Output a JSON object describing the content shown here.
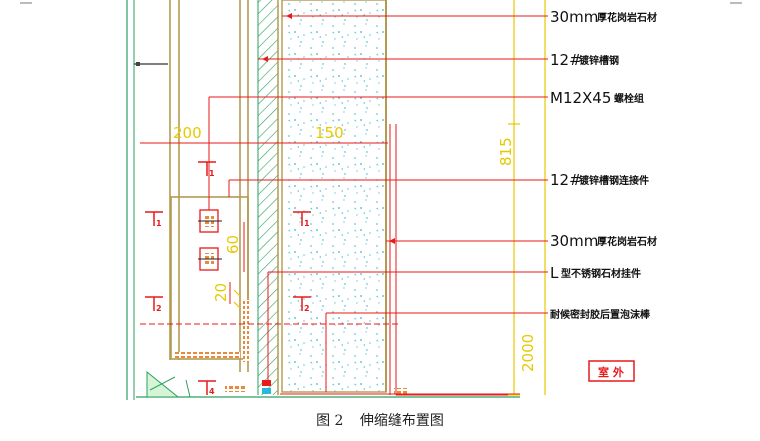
{
  "callouts": [
    {
      "main": "30mm",
      "cn": "厚花岗岩石材"
    },
    {
      "main": "12#",
      "cn": "镀锌槽钢"
    },
    {
      "main": "M12X45",
      "cn": "螺栓组"
    },
    {
      "main": "12#",
      "cn": "镀锌槽钢连接件"
    },
    {
      "main": "30mm",
      "cn": "厚花岗岩石材"
    },
    {
      "main": "L",
      "cn": "型不锈钢石材挂件"
    },
    {
      "main": "",
      "cn": "耐候密封胶后置泡沫棒"
    }
  ],
  "dimensions": {
    "d200": "200",
    "d150": "150",
    "d815": "815",
    "d60": "60",
    "d20": "20",
    "d2000": "2000"
  },
  "section_marks": [
    "1",
    "1",
    "1",
    "2",
    "2",
    "4"
  ],
  "room_tag": "室 外",
  "caption": {
    "figure": "图 2",
    "title": "伸缩缝布置图"
  },
  "colors": {
    "line_red": "#e81a1a",
    "dim_yellow": "#e8c800",
    "frame_brown": "#b49a50",
    "stone_cyan": "#8fd8e6",
    "wall_green": "#2aa060"
  }
}
